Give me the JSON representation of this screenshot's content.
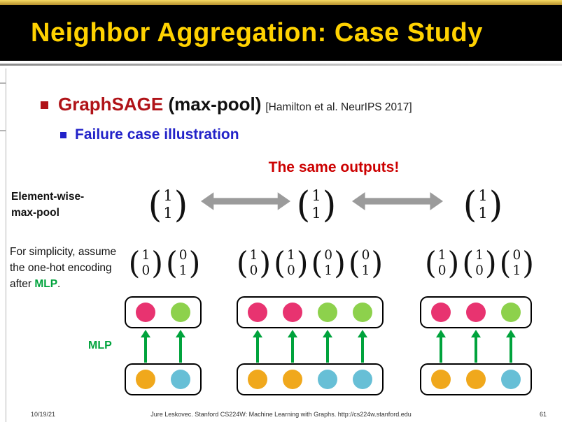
{
  "slide": {
    "title": "Neighbor Aggregation: Case Study",
    "bullet_main": "GraphSAGE",
    "bullet_main_suffix": " (max-pool)",
    "bullet_citation": "[Hamilton et al. NeurIPS 2017]",
    "bullet_sub": "Failure case illustration",
    "same_outputs": "The same outputs!",
    "maxpool_line1": "Element-wise-",
    "maxpool_line2": "max-pool",
    "simplicity_pre": "For simplicity, assume the one-hot encoding after ",
    "simplicity_mlp": "MLP",
    "simplicity_post": ".",
    "mlp_label": "MLP"
  },
  "vectors": {
    "outputs": [
      [
        "1",
        "1"
      ],
      [
        "1",
        "1"
      ],
      [
        "1",
        "1"
      ]
    ],
    "inputs": [
      [
        [
          "1",
          "0"
        ],
        [
          "0",
          "1"
        ]
      ],
      [
        [
          "1",
          "0"
        ],
        [
          "1",
          "0"
        ],
        [
          "0",
          "1"
        ],
        [
          "0",
          "1"
        ]
      ],
      [
        [
          "1",
          "0"
        ],
        [
          "1",
          "0"
        ],
        [
          "0",
          "1"
        ]
      ]
    ]
  },
  "diagrams": [
    {
      "top": [
        "pink",
        "green"
      ],
      "bottom": [
        "orange",
        "blue"
      ]
    },
    {
      "top": [
        "pink",
        "pink",
        "green",
        "green"
      ],
      "bottom": [
        "orange",
        "orange",
        "blue",
        "blue"
      ]
    },
    {
      "top": [
        "pink",
        "pink",
        "green"
      ],
      "bottom": [
        "orange",
        "orange",
        "blue"
      ]
    }
  ],
  "colors": {
    "title-yellow": "#FFD200",
    "dark-red": "#B01318",
    "red-text": "#CC0000",
    "blue-text": "#2222C8",
    "green-text": "#00A33C",
    "arrow-green": "#00A33C",
    "gray-arrow": "#9B9B9B",
    "pink": "#E83370",
    "green": "#8DD14C",
    "orange": "#F0A81C",
    "blue": "#67BFD6"
  },
  "footer": {
    "date": "10/19/21",
    "credit": "Jure Leskovec. Stanford CS224W: Machine Learning with Graphs. http://cs224w.stanford.edu",
    "page": "61"
  }
}
